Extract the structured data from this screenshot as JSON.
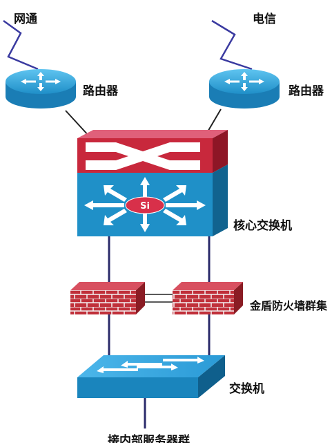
{
  "labels": {
    "isp_left": "网通",
    "isp_right": "电信",
    "router_left": "路由器",
    "router_right": "路由器",
    "core_switch": "核心交换机",
    "firewall_cluster": "金盾防火墙群集",
    "access_switch": "交换机",
    "servers": "接内部服务器群"
  },
  "icons": {
    "core_switch_logo": "Si"
  },
  "colors": {
    "router_blue": "#1f8fc8",
    "switch_red": "#c8283c",
    "switch_blue": "#1f90c8",
    "firewall_red": "#c0303a",
    "link_dark": "#2a2a6a",
    "wan_link": "#3a3aa0"
  }
}
